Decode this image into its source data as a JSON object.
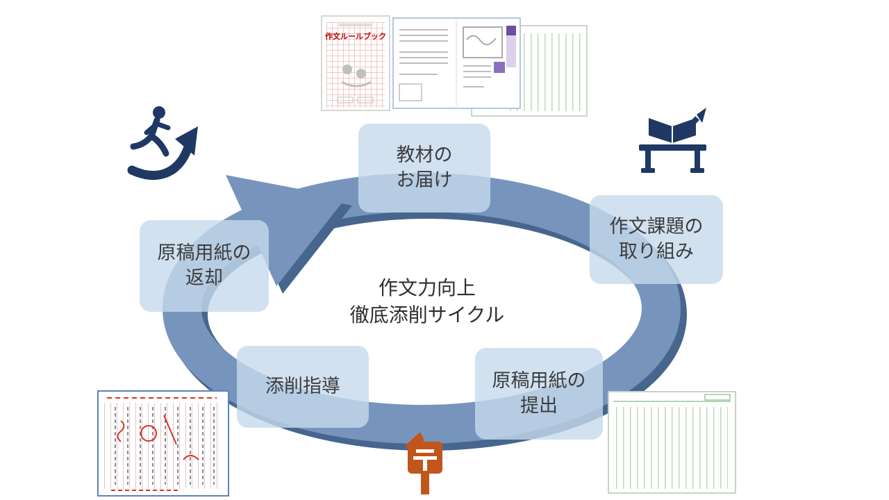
{
  "center_title": {
    "line1": "作文力向上",
    "line2": "徹底添削サイクル"
  },
  "steps": [
    {
      "line1": "教材の",
      "line2": "お届け"
    },
    {
      "line1": "作文課題の",
      "line2": "取り組み"
    },
    {
      "line1": "原稿用紙の",
      "line2": "提出"
    },
    {
      "line1": "添削指導",
      "line2": ""
    },
    {
      "line1": "原稿用紙の",
      "line2": "返却"
    }
  ],
  "thumbnails": {
    "rulebook_title": "作文ルールブック"
  },
  "icons": {
    "top_left": "runner-with-up-arrow",
    "top_right": "desk-with-book-and-pencil",
    "bottom_center": "postal-mark-sign"
  },
  "colors": {
    "ring": "#7795bc",
    "ring_shadow": "#47668e",
    "step_box": "#c5d9ec",
    "icon_navy": "#1f3864",
    "postal_orange": "#c0561c",
    "correction_red": "#d93025",
    "grid_green": "#a8cfa5",
    "grid_red": "#f2c6c6"
  }
}
